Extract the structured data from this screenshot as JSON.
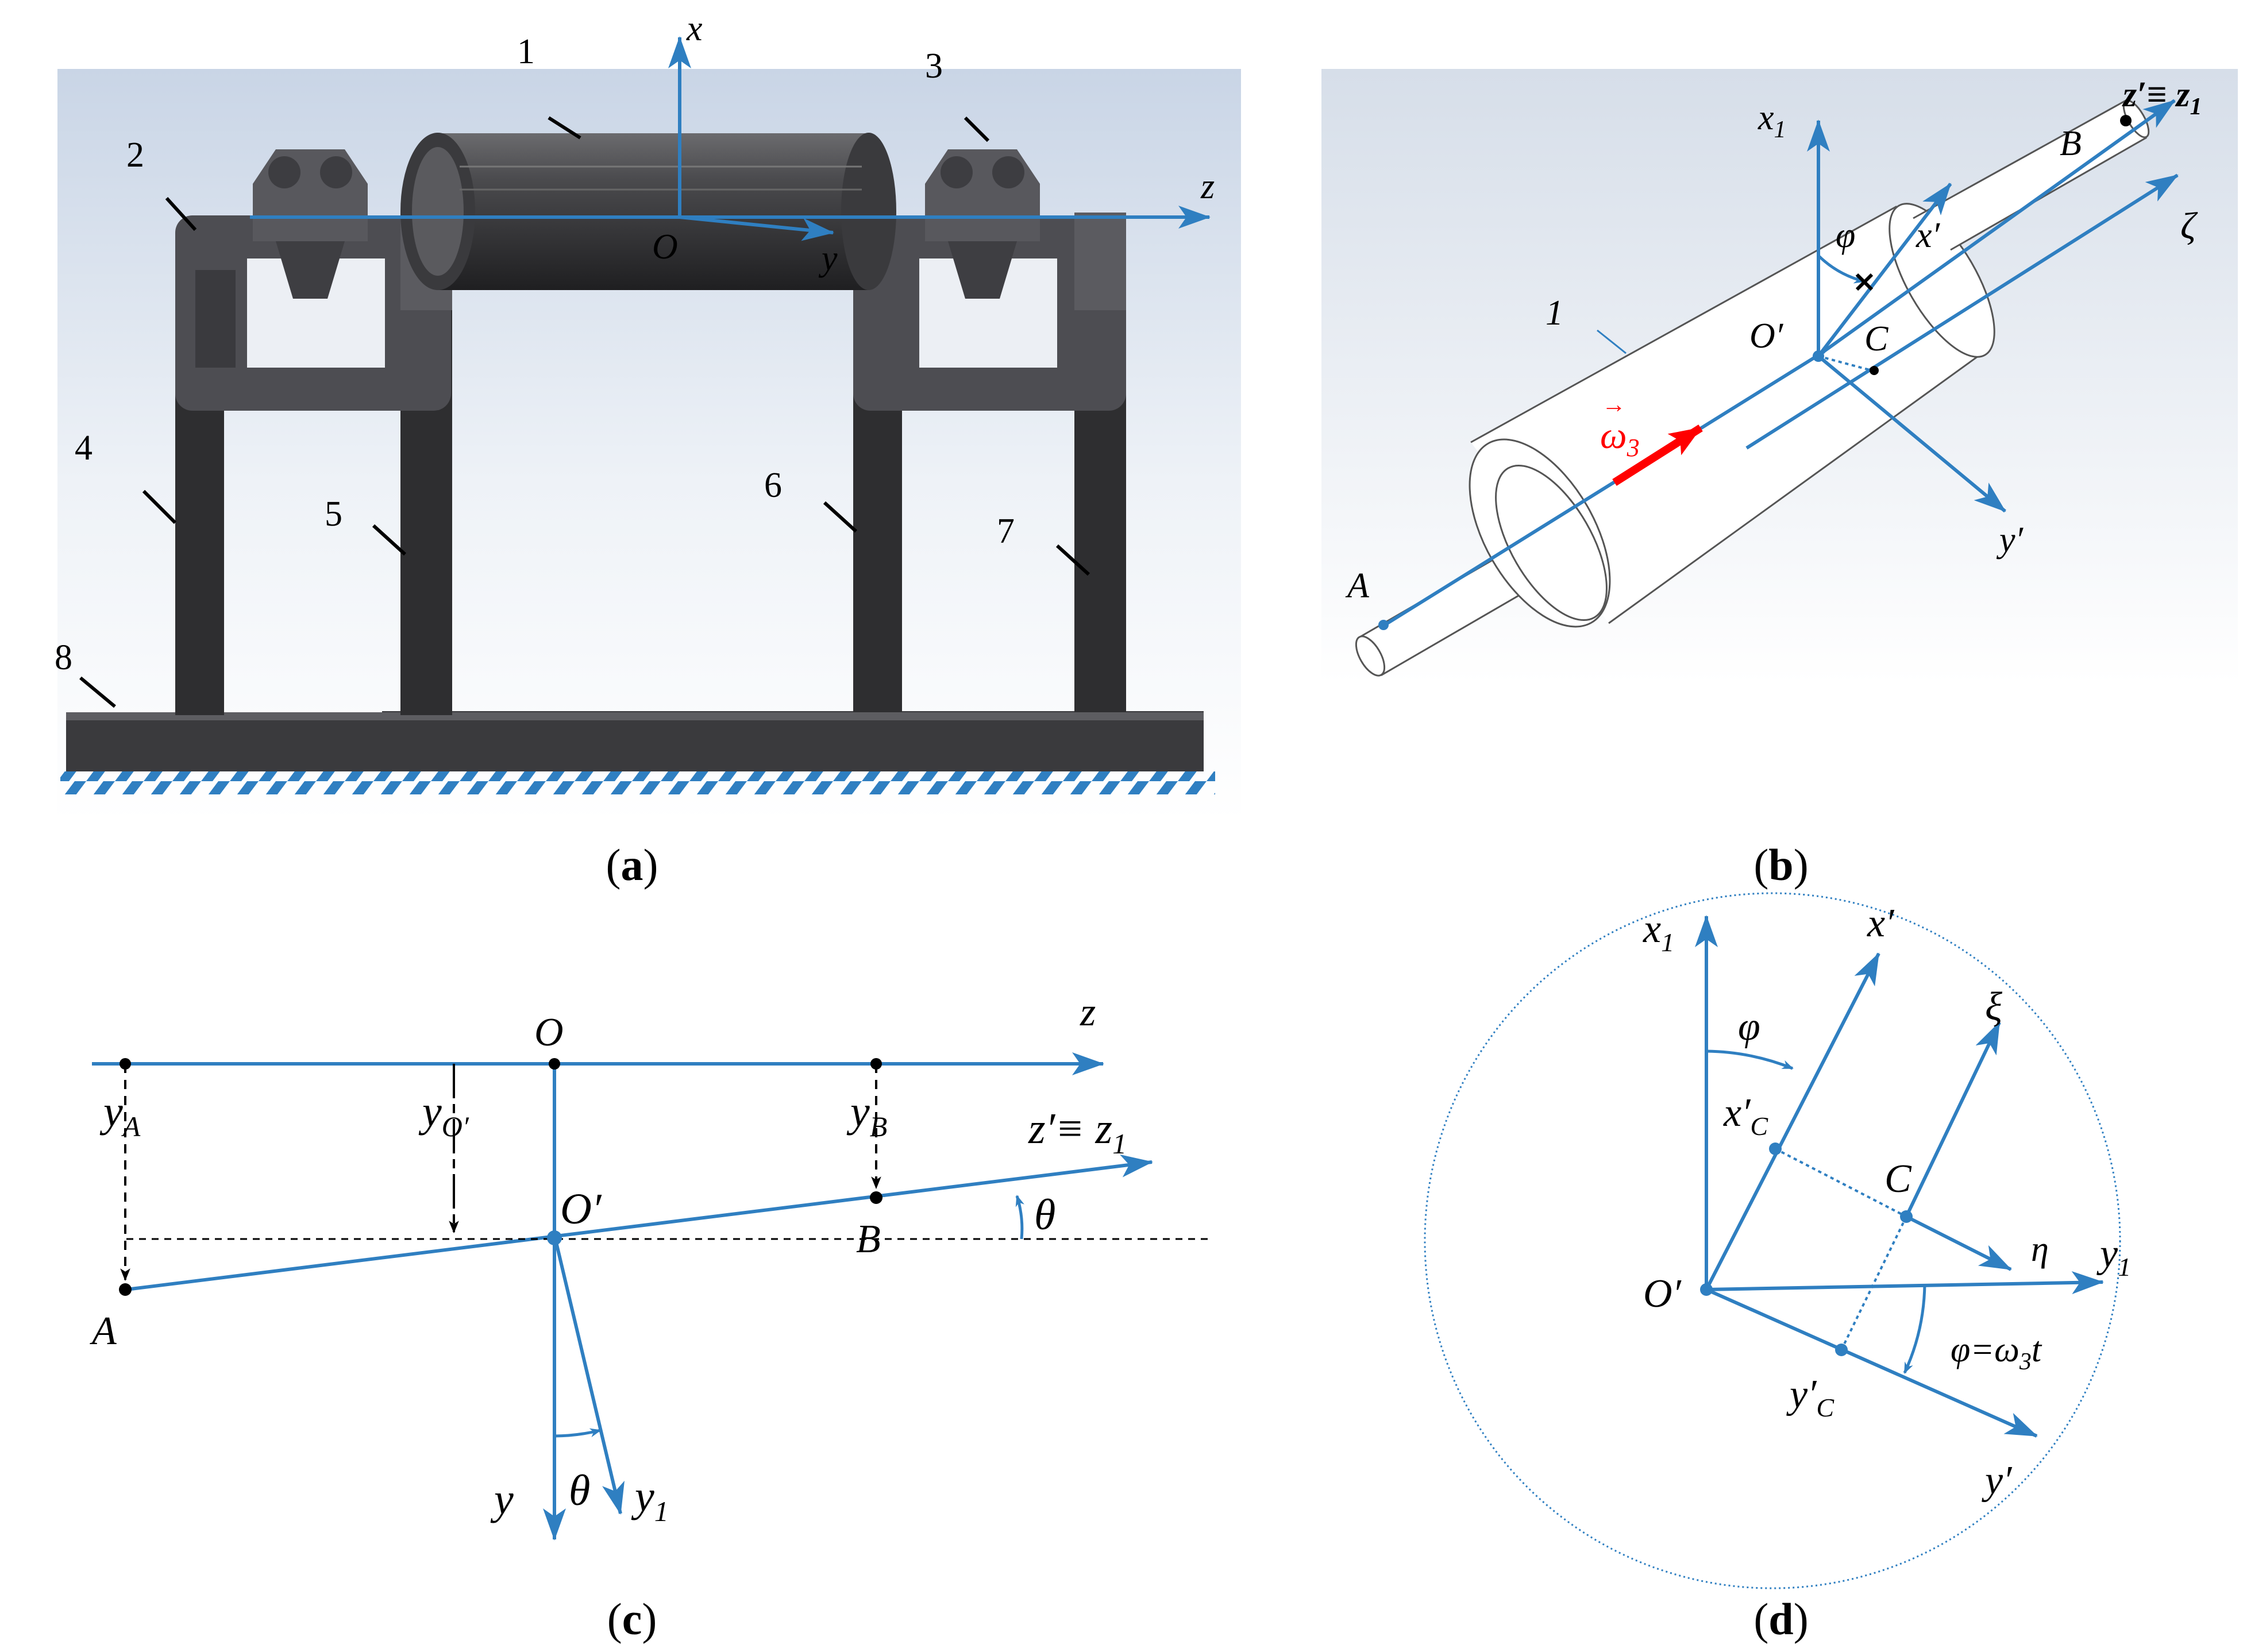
{
  "colors": {
    "axis_blue": "#2f7fc1",
    "omega_red": "#ff0000",
    "frame_dark": "#4a4a4f",
    "post_dark": "#2e2e30",
    "ground_hatch": "#2f7fc1"
  },
  "panels": {
    "a": {
      "caption_open": "(",
      "caption_letter": "a",
      "caption_close": ")",
      "parts": [
        "1",
        "2",
        "3",
        "4",
        "5",
        "6",
        "7",
        "8"
      ],
      "axes": {
        "x": "x",
        "y": "y",
        "z": "z",
        "origin": "O"
      }
    },
    "b": {
      "caption_open": "(",
      "caption_letter": "b",
      "caption_close": ")",
      "labels": {
        "x1": "x",
        "x1_sub": "1",
        "zprime_z1": "z′≡ z",
        "zprime_z1_sub": "1",
        "zeta": "ζ",
        "xprime": "x′",
        "yprime": "y′",
        "phi": "φ",
        "Oprime": "O′",
        "C": "C",
        "A": "A",
        "B": "B",
        "part1": "1",
        "omega": "ω",
        "omega_sub": "3",
        "omega_arrow": "→"
      }
    },
    "c": {
      "caption_open": "(",
      "caption_letter": "c",
      "caption_close": ")",
      "labels": {
        "z": "z",
        "O": "O",
        "Oprime": "O′",
        "yA": "y",
        "yA_sub": "A",
        "yOprime": "y",
        "yOprime_sub": "O′",
        "yB": "y",
        "yB_sub": "B",
        "zprime_z1": "z′≡ z",
        "zprime_z1_sub": "1",
        "theta1": "θ",
        "theta2": "θ",
        "A": "A",
        "B": "B",
        "y": "y",
        "y1": "y",
        "y1_sub": "1"
      }
    },
    "d": {
      "caption_open": "(",
      "caption_letter": "d",
      "caption_close": ")",
      "labels": {
        "x1": "x",
        "x1_sub": "1",
        "xprime": "x′",
        "phi": "φ",
        "xC": "x′",
        "xC_sub": "C",
        "zeta": "ξ",
        "C": "C",
        "eta": "η",
        "y1": "y",
        "y1_sub": "1",
        "Oprime": "O′",
        "phi_eq_prefix": "φ=ω",
        "phi_eq_sub": "3",
        "phi_eq_suffix": "t",
        "yC": "y′",
        "yC_sub": "C",
        "yprime": "y′"
      }
    }
  }
}
